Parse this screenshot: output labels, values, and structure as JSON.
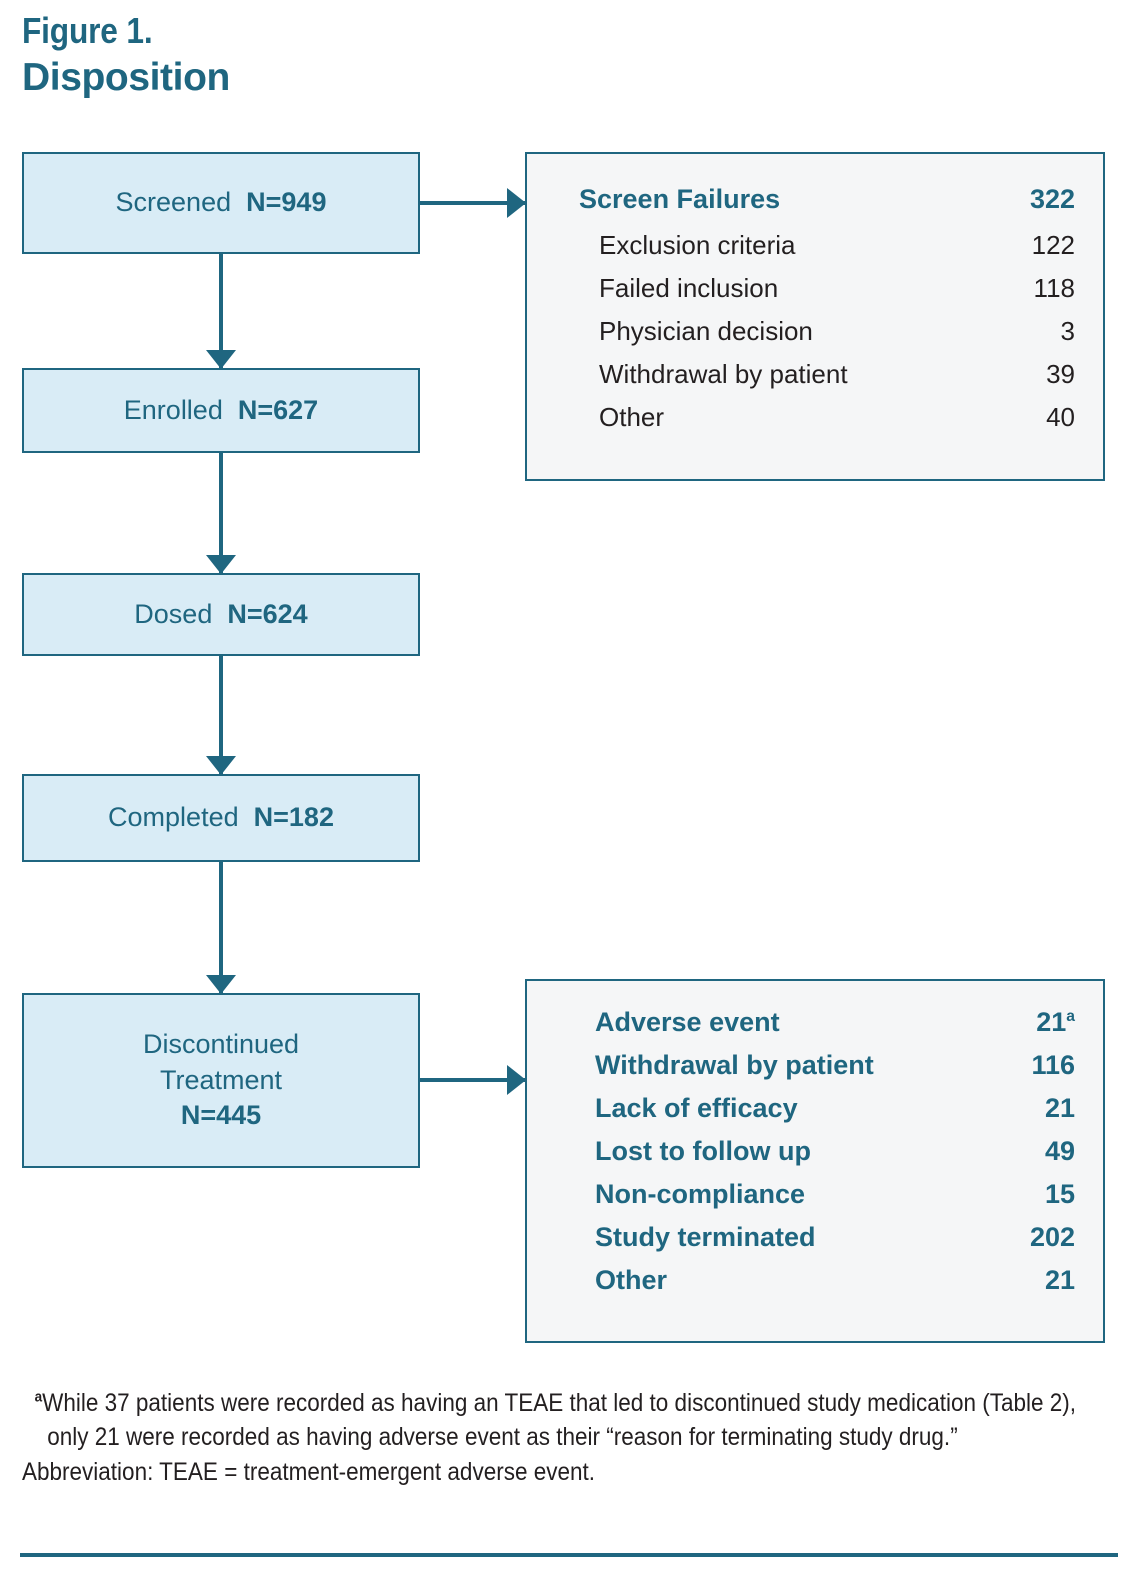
{
  "header": {
    "figure_label": "Figure 1.",
    "figure_title": "Disposition"
  },
  "colors": {
    "teal": "#1f6680",
    "box_fill": "#d9ecf6",
    "panel_fill": "#f5f6f7",
    "body_text": "#231f20"
  },
  "flow": {
    "boxes": [
      {
        "label": "Screened",
        "value": "N=949"
      },
      {
        "label": "Enrolled",
        "value": "N=627"
      },
      {
        "label": "Dosed",
        "value": "N=624"
      },
      {
        "label": "Completed",
        "value": "N=182"
      },
      {
        "label_line1": "Discontinued",
        "label_line2": "Treatment",
        "value": "N=445"
      }
    ]
  },
  "screen_failures": {
    "heading_label": "Screen Failures",
    "heading_value": "322",
    "rows": [
      {
        "label": "Exclusion criteria",
        "value": "122"
      },
      {
        "label": "Failed inclusion",
        "value": "118"
      },
      {
        "label": "Physician decision",
        "value": "3"
      },
      {
        "label": "Withdrawal by patient",
        "value": "39"
      },
      {
        "label": "Other",
        "value": "40"
      }
    ]
  },
  "discontinuation_reasons": {
    "rows": [
      {
        "label": "Adverse event",
        "value": "21",
        "marker": "a"
      },
      {
        "label": "Withdrawal by patient",
        "value": "116",
        "marker": ""
      },
      {
        "label": "Lack of efficacy",
        "value": "21",
        "marker": ""
      },
      {
        "label": "Lost to follow up",
        "value": "49",
        "marker": ""
      },
      {
        "label": "Non-compliance",
        "value": "15",
        "marker": ""
      },
      {
        "label": "Study terminated",
        "value": "202",
        "marker": ""
      },
      {
        "label": "Other",
        "value": "21",
        "marker": ""
      }
    ]
  },
  "footnotes": {
    "marker": "a",
    "note": "While 37 patients were recorded as having an TEAE that led to discontinued study medication (Table 2), only 21 were recorded as having adverse event as their “reason for terminating study drug.”",
    "abbreviation": "Abbreviation: TEAE = treatment-emergent adverse event."
  }
}
